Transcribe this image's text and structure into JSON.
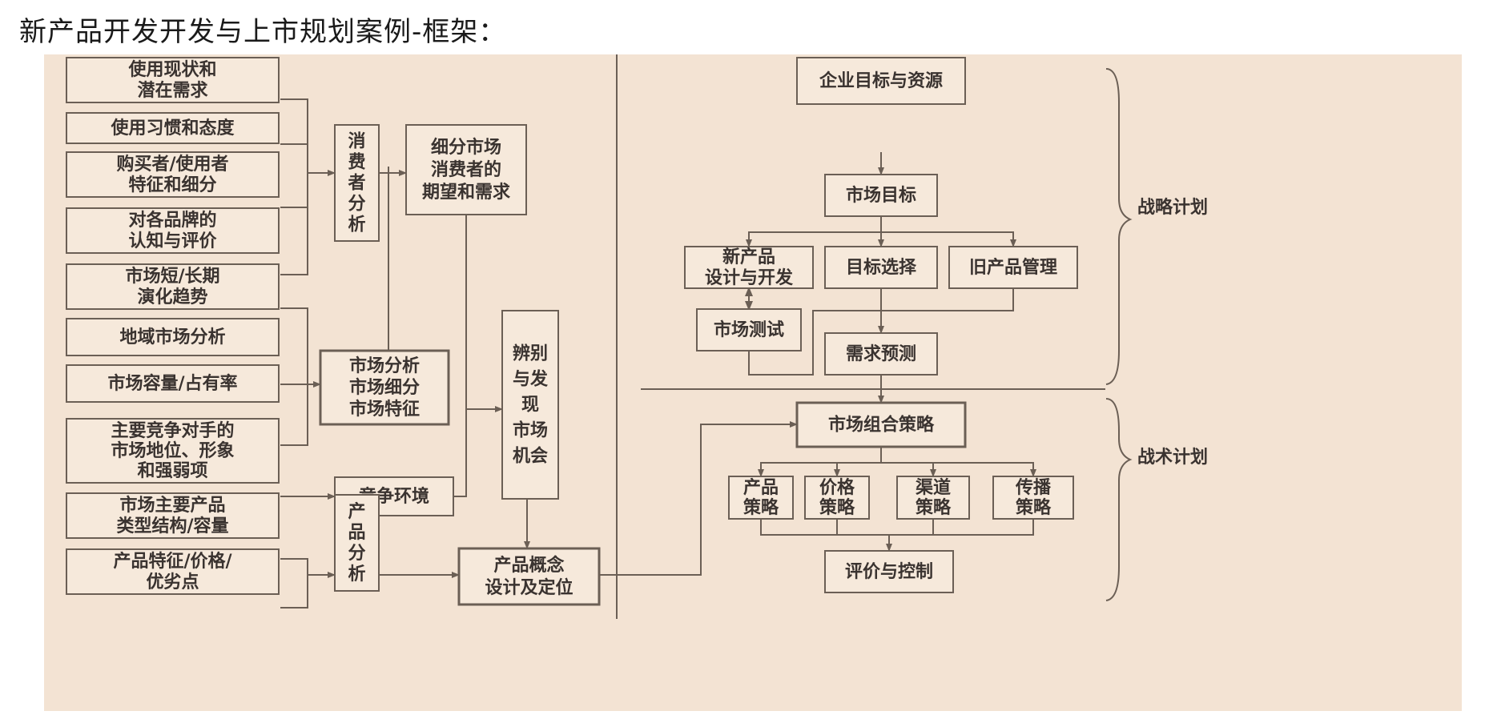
{
  "page_title": "新产品开发开发与上市规划案例-框架：",
  "left_inputs": {
    "use_status": [
      "使用现状和",
      "潜在需求"
    ],
    "use_habit": [
      "使用习惯和态度"
    ],
    "buyer": [
      "购买者/使用者",
      "特征和细分"
    ],
    "brand": [
      "对各品牌的",
      "认知与评价"
    ],
    "market_trend": [
      "市场短/长期",
      "演化趋势"
    ],
    "regional": [
      "地域市场分析"
    ],
    "capacity": [
      "市场容量/占有率"
    ],
    "competitor": [
      "主要竞争对手的",
      "市场地位、形象",
      "和强弱项"
    ],
    "product_type": [
      "市场主要产品",
      "类型结构/容量"
    ],
    "product_feature": [
      "产品特征/价格/",
      "优劣点"
    ]
  },
  "middle": {
    "consumer_analysis": [
      "消",
      "费",
      "者",
      "分",
      "析"
    ],
    "segment_needs": [
      "细分市场",
      "消费者的",
      "期望和需求"
    ],
    "market_analysis": [
      "市场分析",
      "市场细分",
      "市场特征"
    ],
    "competition_env": [
      "竞争环境"
    ],
    "product_analysis": [
      "产",
      "品",
      "分",
      "析"
    ],
    "opportunity": [
      "辨别",
      "与发",
      "现",
      "市场",
      "机会"
    ],
    "concept": [
      "产品概念",
      "设计及定位"
    ]
  },
  "right": {
    "goals_resources": [
      "企业目标与资源"
    ],
    "market_goal": [
      "市场目标"
    ],
    "new_product": [
      "新产品",
      "设计与开发"
    ],
    "target_select": [
      "目标选择"
    ],
    "old_product": [
      "旧产品管理"
    ],
    "market_test": [
      "市场测试"
    ],
    "demand_forecast": [
      "需求预测"
    ],
    "mix_strategy": [
      "市场组合策略"
    ],
    "product_strategy": [
      "产品",
      "策略"
    ],
    "price_strategy": [
      "价格",
      "策略"
    ],
    "channel_strategy": [
      "渠道",
      "策略"
    ],
    "promo_strategy": [
      "传播",
      "策略"
    ],
    "evaluation": [
      "评价与控制"
    ]
  },
  "side_labels": {
    "strategic": "战略计划",
    "tactical": "战术计划"
  }
}
